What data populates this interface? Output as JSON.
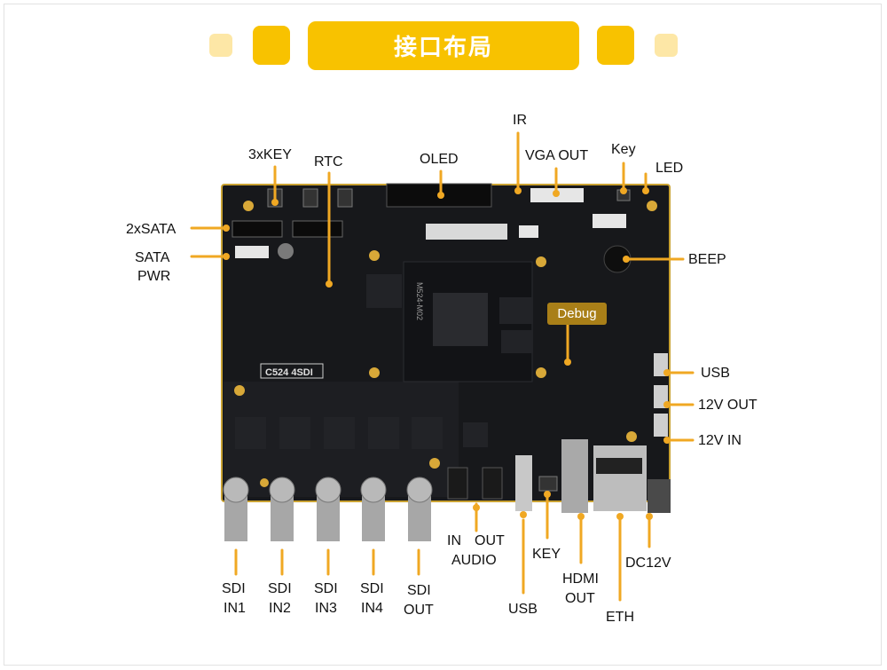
{
  "title": "接口布局",
  "colors": {
    "accent": "#f8c200",
    "accent_light": "#fde7a6",
    "board": "#17181b",
    "line": "#f0a823",
    "debug_tag": "#a97f18"
  },
  "board_silkscreen": {
    "model": "C524 4SDI",
    "module": "M524-M02"
  },
  "debug_label": "Debug",
  "labels": {
    "key3": "3xKEY",
    "rtc": "RTC",
    "oled": "OLED",
    "ir": "IR",
    "vga_out": "VGA OUT",
    "key_top": "Key",
    "led": "LED",
    "sata2": "2xSATA",
    "sata_pwr_1": "SATA",
    "sata_pwr_2": "PWR",
    "beep": "BEEP",
    "usb_right": "USB",
    "v12_out": "12V OUT",
    "v12_in": "12V IN",
    "sdi_in1_1": "SDI",
    "sdi_in1_2": "IN1",
    "sdi_in2_1": "SDI",
    "sdi_in2_2": "IN2",
    "sdi_in3_1": "SDI",
    "sdi_in3_2": "IN3",
    "sdi_in4_1": "SDI",
    "sdi_in4_2": "IN4",
    "sdi_out_1": "SDI",
    "sdi_out_2": "OUT",
    "audio_in": "IN",
    "audio_out": "OUT",
    "audio": "AUDIO",
    "key_bottom": "KEY",
    "usb_bottom": "USB",
    "hdmi_1": "HDMI",
    "hdmi_2": "OUT",
    "eth": "ETH",
    "dc12v": "DC12V"
  }
}
